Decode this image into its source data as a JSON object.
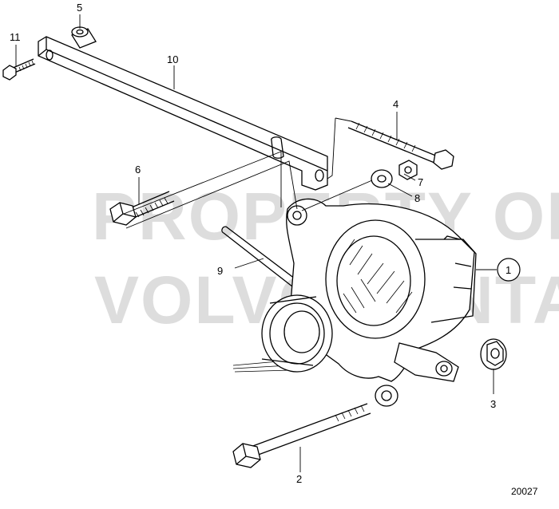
{
  "watermark": {
    "line1": "PROPERTY OF",
    "line2": "VOLVO PENTA"
  },
  "figure_id": "20027",
  "callouts": [
    {
      "id": "c1",
      "label": "1",
      "circled": true
    },
    {
      "id": "c2",
      "label": "2"
    },
    {
      "id": "c3",
      "label": "3"
    },
    {
      "id": "c4",
      "label": "4"
    },
    {
      "id": "c5",
      "label": "5"
    },
    {
      "id": "c6",
      "label": "6"
    },
    {
      "id": "c7",
      "label": "7"
    },
    {
      "id": "c8",
      "label": "8"
    },
    {
      "id": "c9",
      "label": "9"
    },
    {
      "id": "c10",
      "label": "10"
    },
    {
      "id": "c11",
      "label": "11"
    }
  ]
}
